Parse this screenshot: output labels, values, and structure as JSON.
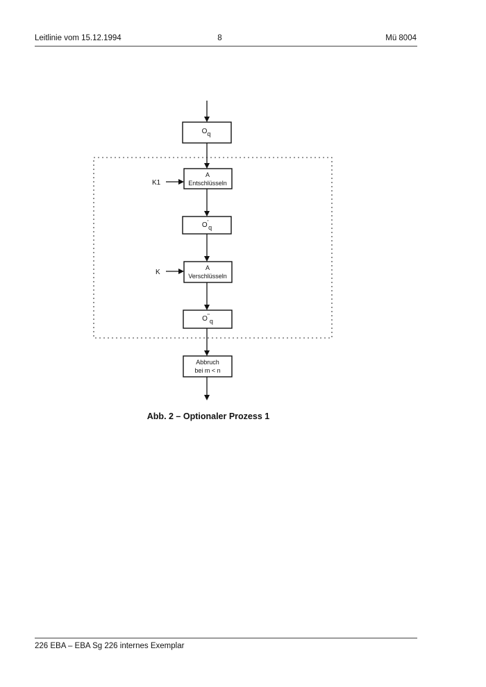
{
  "header": {
    "left": "Leitlinie vom 15.12.1994",
    "page": "8",
    "right": "Mü 8004"
  },
  "diagram": {
    "box1": {
      "main": "O",
      "sub": "q"
    },
    "box2": {
      "line1": "A",
      "line2": "Entschlüsseln",
      "input": "K1"
    },
    "box3": {
      "main": "O",
      "sup": "'",
      "sub": "q"
    },
    "box4": {
      "line1": "A",
      "line2": "Verschlüsseln",
      "input": "K"
    },
    "box5": {
      "main": "O",
      "sup": "''",
      "sub": "q"
    },
    "box6": {
      "line1": "Abbruch",
      "line2": "bei m < n"
    }
  },
  "caption": "Abb. 2 – Optionaler Prozess 1",
  "footer": "226 EBA – EBA Sg 226 internes Exemplar"
}
